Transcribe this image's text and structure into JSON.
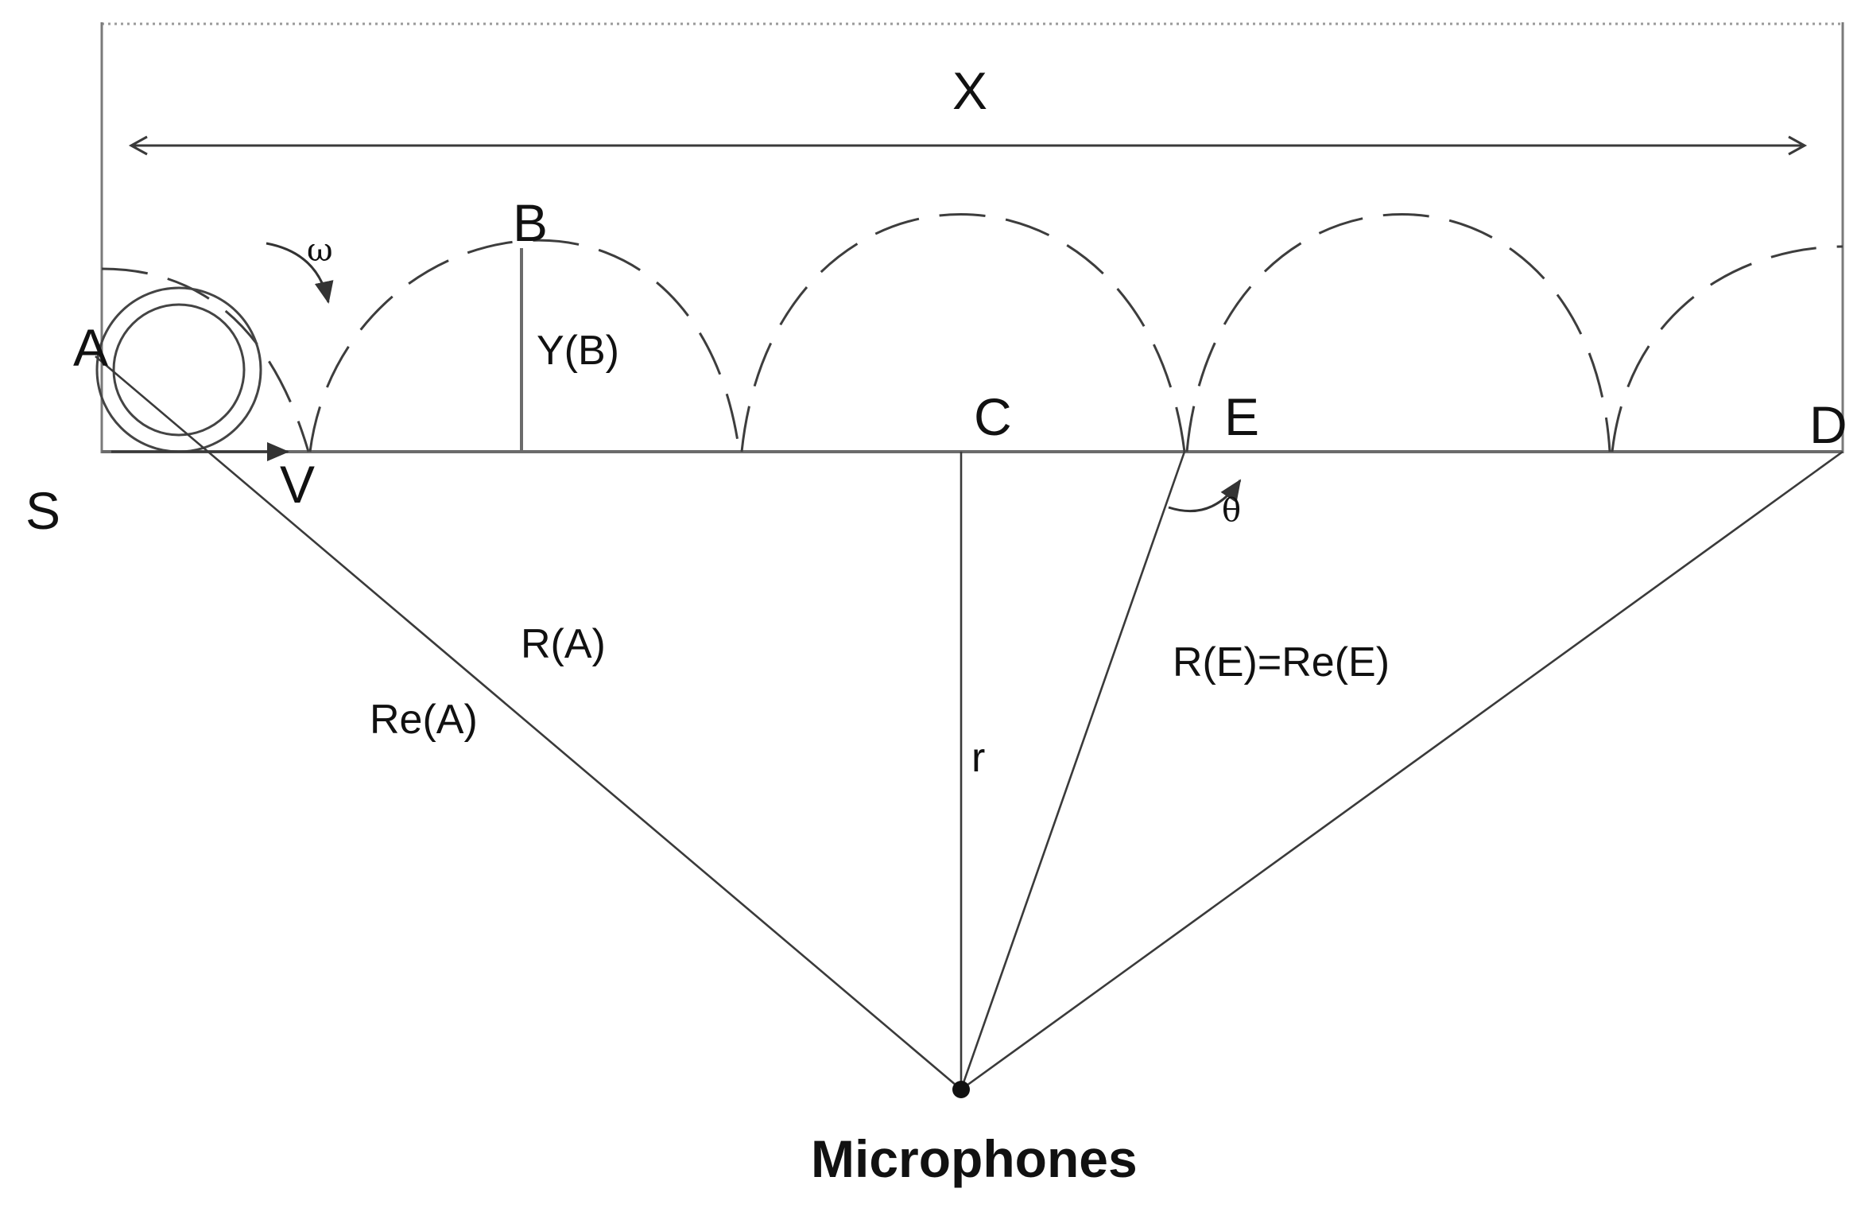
{
  "labels": {
    "x": "X",
    "a": "A",
    "b": "B",
    "c": "C",
    "d": "D",
    "e": "E",
    "s": "S",
    "v": "V",
    "omega": "ω",
    "theta": "θ",
    "y_b": "Y(B)",
    "r_a": "R(A)",
    "re_a": "Re(A)",
    "r": "r",
    "r_e": "R(E)=Re(E)",
    "microphones": "Microphones"
  }
}
